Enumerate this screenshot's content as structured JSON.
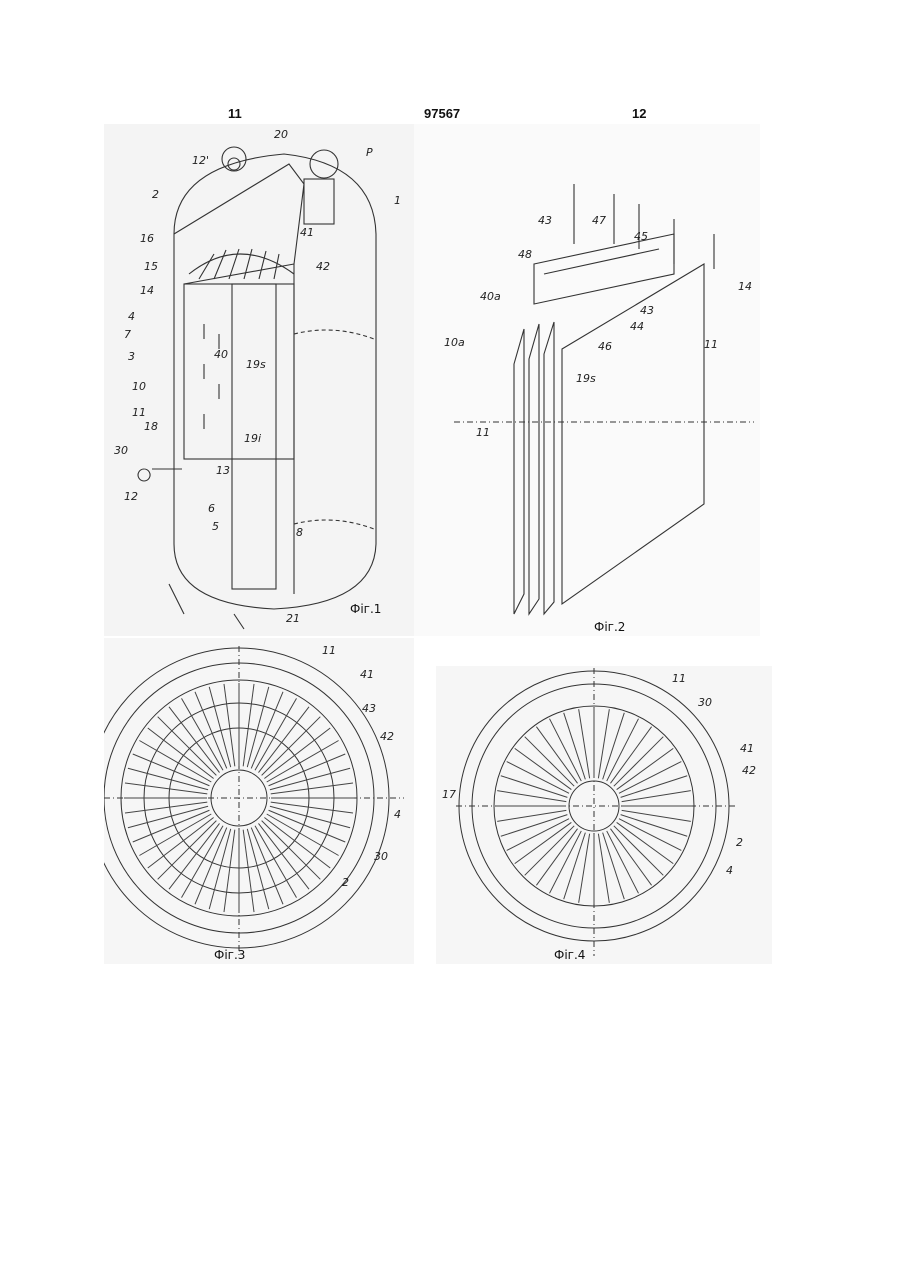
{
  "header": {
    "left_page": "11",
    "patent_number": "97567",
    "right_page": "12"
  },
  "fig1": {
    "caption": "Фіг.1",
    "labels": [
      "12'",
      "20",
      "P",
      "1",
      "2",
      "16",
      "41",
      "15",
      "42",
      "14",
      "4",
      "7",
      "3",
      "40",
      "19s",
      "10",
      "11",
      "18",
      "19i",
      "30",
      "13",
      "12",
      "6",
      "5",
      "8",
      "21"
    ]
  },
  "fig2": {
    "caption": "Фіг.2",
    "labels": [
      "43",
      "47",
      "45",
      "48",
      "14",
      "40a",
      "43",
      "44",
      "46",
      "10a",
      "19s",
      "11",
      "11"
    ]
  },
  "fig3": {
    "caption": "Фіг.3",
    "labels": [
      "11",
      "41",
      "43",
      "42",
      "4",
      "30",
      "2"
    ]
  },
  "fig4": {
    "caption": "Фіг.4",
    "labels": [
      "11",
      "30",
      "41",
      "42",
      "17",
      "2",
      "4"
    ]
  }
}
